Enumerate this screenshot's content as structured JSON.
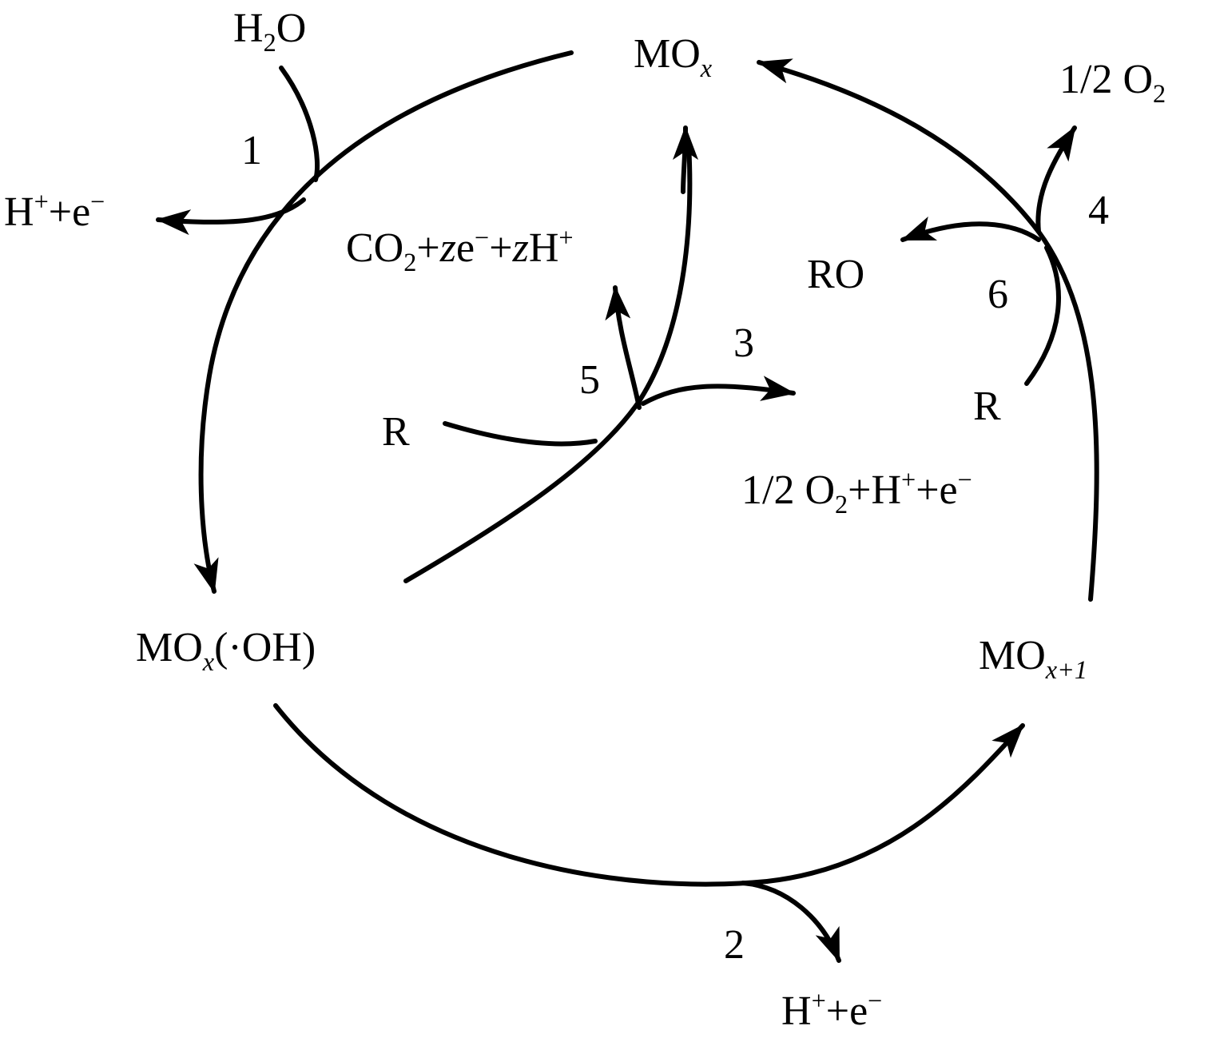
{
  "species": {
    "mox": {
      "main": "MO",
      "sub": "x"
    },
    "mox_oh": {
      "main": "MO",
      "sub": "x",
      "tail": "(·OH)"
    },
    "mox1": {
      "main": "MO",
      "sub": "x+1"
    },
    "h2o": {
      "a": "H",
      "sub": "2",
      "b": "O"
    },
    "h_e_1": {
      "a": "H",
      "sup1": "+",
      "b": "+e",
      "sup2": "−"
    },
    "h_e_2": {
      "a": "H",
      "sup1": "+",
      "b": "+e",
      "sup2": "−"
    },
    "co2": {
      "a": "CO",
      "sub": "2",
      "b": "+",
      "z1": "z",
      "c": "e",
      "sup1": "−",
      "d": "+",
      "z2": "z",
      "e": "H",
      "sup2": "+"
    },
    "r_center": "R",
    "r_right": "R",
    "ro": "RO",
    "o2_half": {
      "a": "1/2 O",
      "sub": "2"
    },
    "o2_products": {
      "a": "1/2 O",
      "sub": "2",
      "b": "+H",
      "sup1": "+",
      "c": "+e",
      "sup2": "−"
    }
  },
  "steps": [
    "1",
    "2",
    "3",
    "4",
    "5",
    "6"
  ]
}
